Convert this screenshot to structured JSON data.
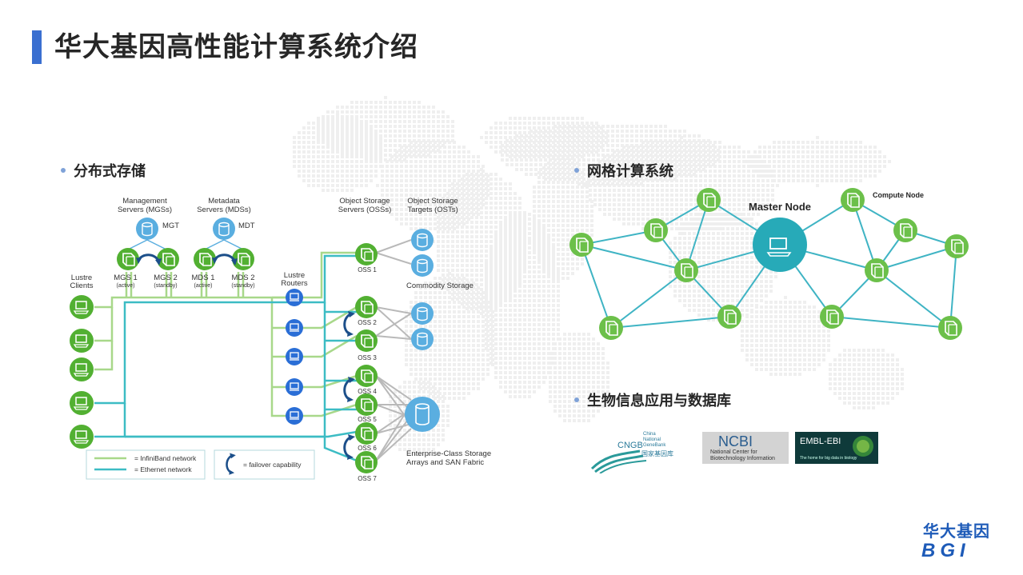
{
  "title": "华大基因高性能计算系统介绍",
  "sections": {
    "storage": "分布式存储",
    "grid": "网格计算系统",
    "bio": "生物信息应用与数据库"
  },
  "lustre": {
    "mgs_header_1": "Management",
    "mgs_header_2": "Servers (MGSs)",
    "mds_header_1": "Metadata",
    "mds_header_2": "Servers (MDSs)",
    "oss_header_1": "Object Storage",
    "oss_header_2": "Servers (OSSs)",
    "ost_header_1": "Object Storage",
    "ost_header_2": "Targets (OSTs)",
    "mgt": "MGT",
    "mdt": "MDT",
    "mgs1": "MGS 1",
    "mgs1_state": "(active)",
    "mgs2": "MGS 2",
    "mgs2_state": "(standby)",
    "mds1": "MDS 1",
    "mds1_state": "(active)",
    "mds2": "MDS 2",
    "mds2_state": "(standby)",
    "clients_1": "Lustre",
    "clients_2": "Clients",
    "routers_1": "Lustre",
    "routers_2": "Routers",
    "oss": [
      "OSS 1",
      "OSS 2",
      "OSS 3",
      "OSS 4",
      "OSS 5",
      "OSS 6",
      "OSS 7"
    ],
    "commodity": "Commodity Storage",
    "enterprise_1": "Enterprise-Class Storage",
    "enterprise_2": "Arrays and SAN Fabric",
    "legend_ib": "= InfiniBand network",
    "legend_eth": "= Ethernet network",
    "legend_failover": "= failover capability",
    "colors": {
      "infiniband": "#a8d88a",
      "ethernet": "#3cbcc4",
      "server": "#52b032",
      "storage": "#5aaee0",
      "router": "#2a6ed6",
      "arrow": "#1c4f8a"
    }
  },
  "grid_diagram": {
    "master": "Master Node",
    "compute": "Compute Node",
    "colors": {
      "node": "#6cc04a",
      "master": "#27aab8",
      "edge": "#3fb4c4"
    }
  },
  "logos": {
    "cngb_1": "China",
    "cngb_2": "National",
    "cngb_3": "GeneBank",
    "cngb_mark": "CNGB",
    "cngb_cn": "国家基因库",
    "ncbi_mark": "NCBI",
    "ncbi_1": "National Center for",
    "ncbi_2": "Biotechnology Information",
    "ebi_mark": "EMBL-EBI",
    "ebi_tag": "The home for big data in biology",
    "bgi_cn": "华大基因",
    "bgi_en": "BGI"
  }
}
